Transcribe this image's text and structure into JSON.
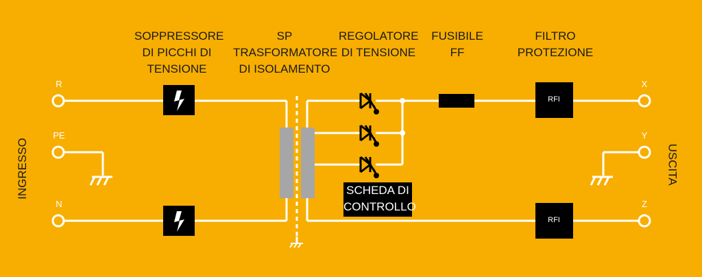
{
  "labels": {
    "suppressor": [
      "SOPPRESSORE",
      "DI PICCHI DI",
      "TENSIONE"
    ],
    "transformer": [
      "SP",
      "TRASFORMATORE",
      "DI ISOLAMENTO"
    ],
    "regulator": [
      "REGOLATORE",
      "DI TENSIONE"
    ],
    "fuse": [
      "FUSIBILE",
      "FF"
    ],
    "filter": [
      "FILTRO",
      "PROTEZIONE"
    ],
    "control_board": [
      "SCHEDA DI",
      "CONTROLLO"
    ]
  },
  "terminals": {
    "input": [
      "R",
      "PE",
      "N"
    ],
    "output": [
      "X",
      "Y",
      "Z"
    ]
  },
  "sides": {
    "input": "INGRESSO",
    "output": "USCITA"
  },
  "rfi": "RFI",
  "colors": {
    "background": "#F7AE00",
    "wire": "#FFFFFF",
    "block": "#000000",
    "core": "#A6A6A6"
  },
  "icons": [
    "lightning-icon",
    "ground-icon",
    "thyristor-icon",
    "terminal-circle-icon"
  ]
}
